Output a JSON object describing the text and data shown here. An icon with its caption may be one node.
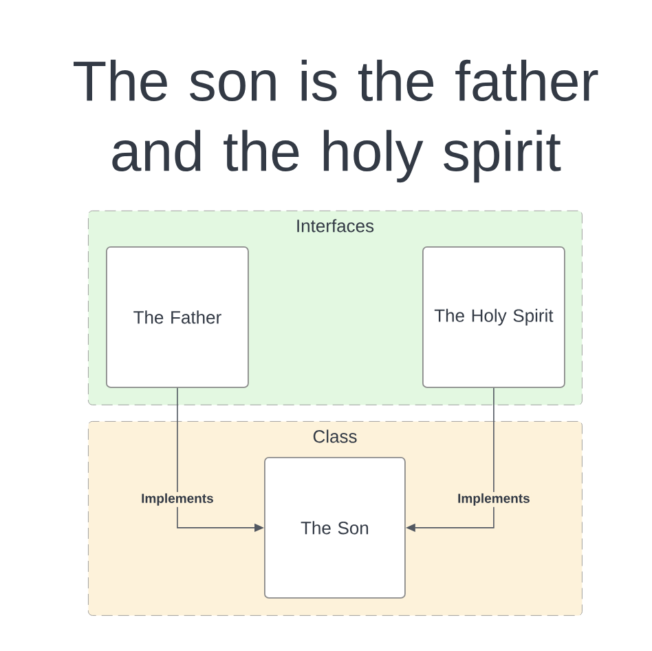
{
  "diagram": {
    "title": "The son is the father and the holy spirit",
    "nodes": [
      {
        "text": [
          "Interfaces"
        ]
      },
      {
        "text": [
          "The Father"
        ],
        "in": 0
      },
      {
        "text": [
          "The Holy Spirit"
        ],
        "in": 0
      },
      {
        "text": [
          "Class"
        ]
      },
      {
        "text": [
          "The Son"
        ],
        "in": 3
      }
    ],
    "edges": [
      {
        "from": 1,
        "to": 4,
        "arrow": "to",
        "label": "Implements"
      },
      {
        "from": 2,
        "to": 4,
        "arrow": "to",
        "label": "Implements"
      }
    ]
  }
}
